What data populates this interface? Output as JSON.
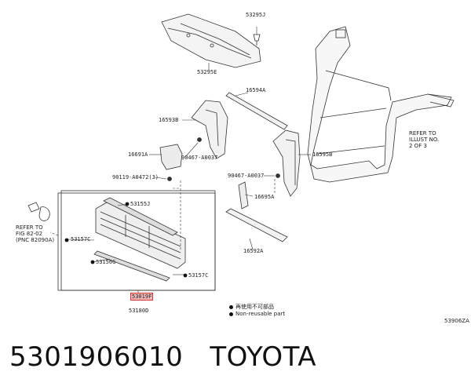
{
  "labels": {
    "p53295J": "53295J",
    "p53295E": "53295E",
    "p16594A": "16594A",
    "p16593B": "16593B",
    "p90467a": "90467-A0037",
    "p16691A": "16691A",
    "p90119": "90119-A0472(3)",
    "p90467b": "90467-A0037",
    "p16595B": "16595B",
    "p16695A": "16695A",
    "p16592A": "16592A",
    "p53155J": "53155J",
    "p53157Ca": "53157C",
    "p53156G": "53156G",
    "p53157Cb": "53157C",
    "p53019F": "53019F",
    "p53180D": "53180D",
    "refer_fig": "REFER TO\nFIG 82-02\n(PNC 82090A)",
    "refer_illust": "REFER TO\nILLUST NO.\n2 OF 3",
    "legend_1": "再使用不可部品",
    "legend_2": "Non-reusable part",
    "drawing_no": "53906ZA"
  },
  "caption": {
    "part_number": "5301906010",
    "brand": "TOYOTA"
  }
}
